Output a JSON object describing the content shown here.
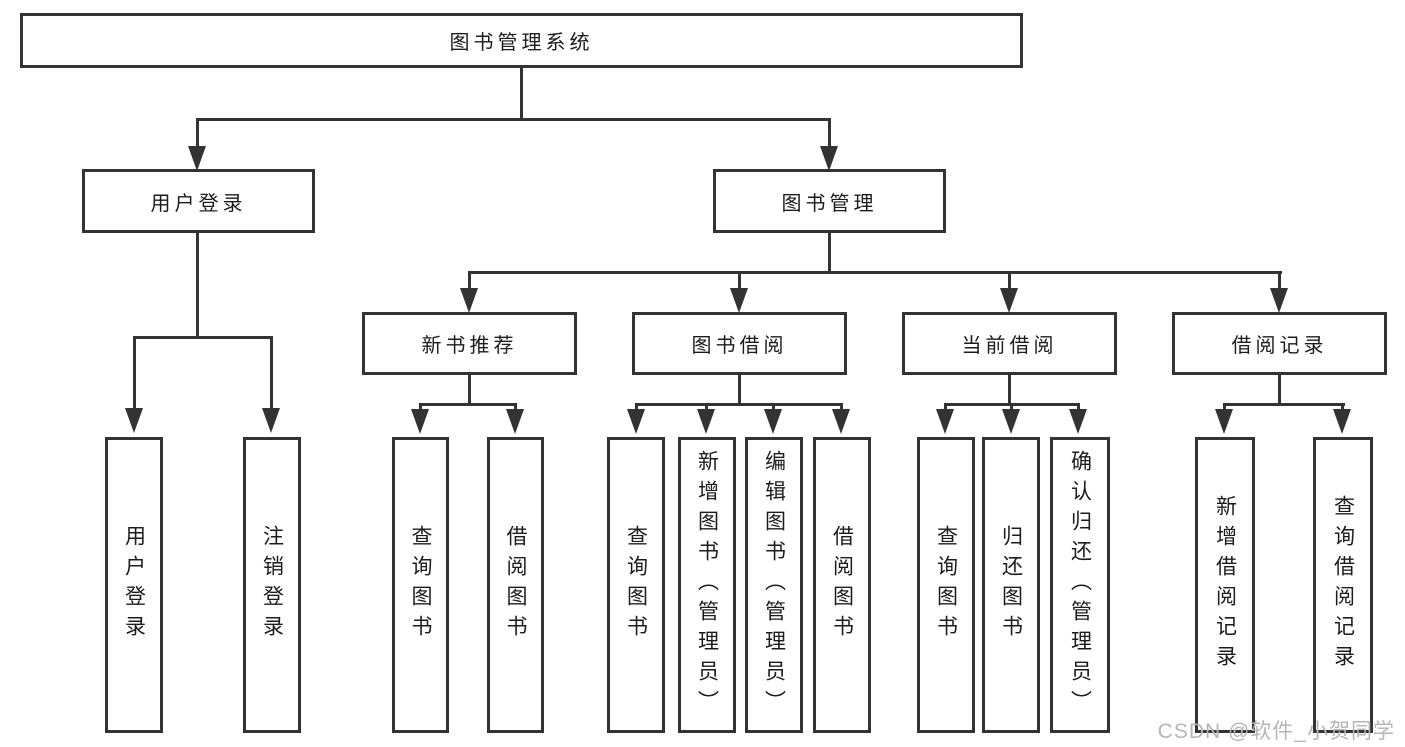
{
  "diagram": {
    "root": {
      "label": "图书管理系统"
    },
    "branches": [
      {
        "label": "用户登录",
        "children": [
          {
            "label": "用户登录"
          },
          {
            "label": "注销登录"
          }
        ]
      },
      {
        "label": "图书管理",
        "children": [
          {
            "label": "新书推荐",
            "children": [
              {
                "label": "查询图书"
              },
              {
                "label": "借阅图书"
              }
            ]
          },
          {
            "label": "图书借阅",
            "children": [
              {
                "label": "查询图书"
              },
              {
                "label": "新增图书（管理员）"
              },
              {
                "label": "编辑图书（管理员）"
              },
              {
                "label": "借阅图书"
              }
            ]
          },
          {
            "label": "当前借阅",
            "children": [
              {
                "label": "查询图书"
              },
              {
                "label": "归还图书"
              },
              {
                "label": "确认归还（管理员）"
              }
            ]
          },
          {
            "label": "借阅记录",
            "children": [
              {
                "label": "新增借阅记录"
              },
              {
                "label": "查询借阅记录"
              }
            ]
          }
        ]
      }
    ]
  },
  "watermark": {
    "text": "CSDN @软件_小贺同学"
  },
  "colors": {
    "line": "#333333",
    "text": "#1c1c1c",
    "background": "#ffffff",
    "watermark": "#b6b6b6"
  }
}
